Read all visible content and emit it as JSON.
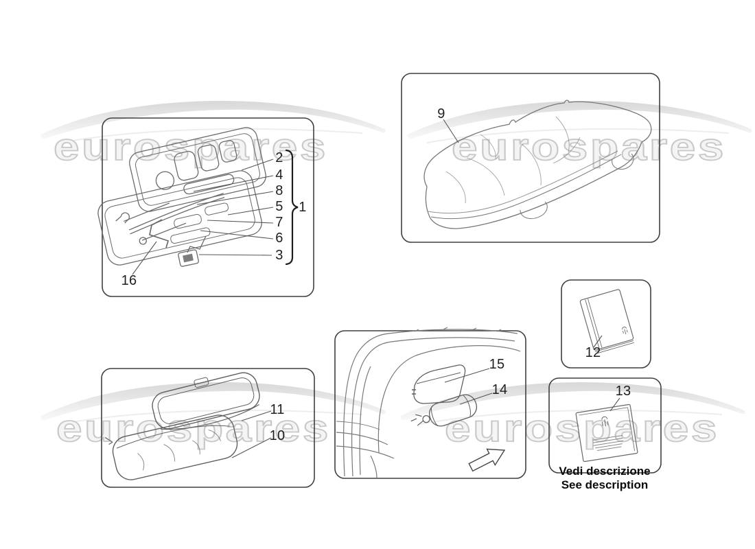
{
  "watermark": {
    "text": "eurospares"
  },
  "diagram": {
    "callouts": [
      "1",
      "2",
      "3",
      "4",
      "5",
      "6",
      "7",
      "8",
      "9",
      "10",
      "11",
      "12",
      "13",
      "14",
      "15",
      "16"
    ],
    "note": {
      "line1": "Vedi descrizione",
      "line2": "See description"
    }
  }
}
